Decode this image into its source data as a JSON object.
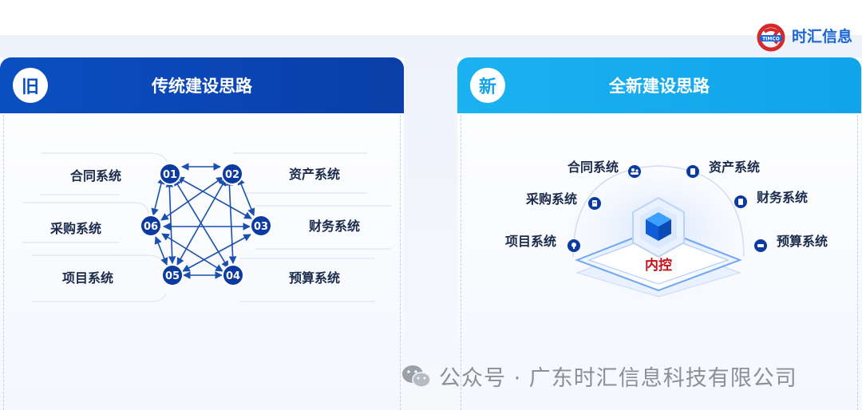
{
  "brand": {
    "logo_text": "时汇信息",
    "logo_mark": "TIMCO"
  },
  "old_card": {
    "badge": "旧",
    "title": "传统建设思路",
    "nodes": [
      {
        "num": "01",
        "label": "合同系统"
      },
      {
        "num": "02",
        "label": "资产系统"
      },
      {
        "num": "03",
        "label": "财务系统"
      },
      {
        "num": "04",
        "label": "预算系统"
      },
      {
        "num": "05",
        "label": "项目系统"
      },
      {
        "num": "06",
        "label": "采购系统"
      }
    ]
  },
  "new_card": {
    "badge": "新",
    "title": "全新建设思路",
    "center_label": "内控",
    "systems": [
      {
        "label": "合同系统",
        "icon": "people-icon"
      },
      {
        "label": "采购系统",
        "icon": "document-icon"
      },
      {
        "label": "项目系统",
        "icon": "lightbulb-icon"
      },
      {
        "label": "资产系统",
        "icon": "clipboard-icon"
      },
      {
        "label": "财务系统",
        "icon": "calculator-icon"
      },
      {
        "label": "预算系统",
        "icon": "chart-icon"
      }
    ]
  },
  "watermark": "公众号 · 广东时汇信息科技有限公司",
  "colors": {
    "dark_blue": "#0a3ea8",
    "light_blue": "#10a4ea",
    "control_red": "#c8101a"
  }
}
